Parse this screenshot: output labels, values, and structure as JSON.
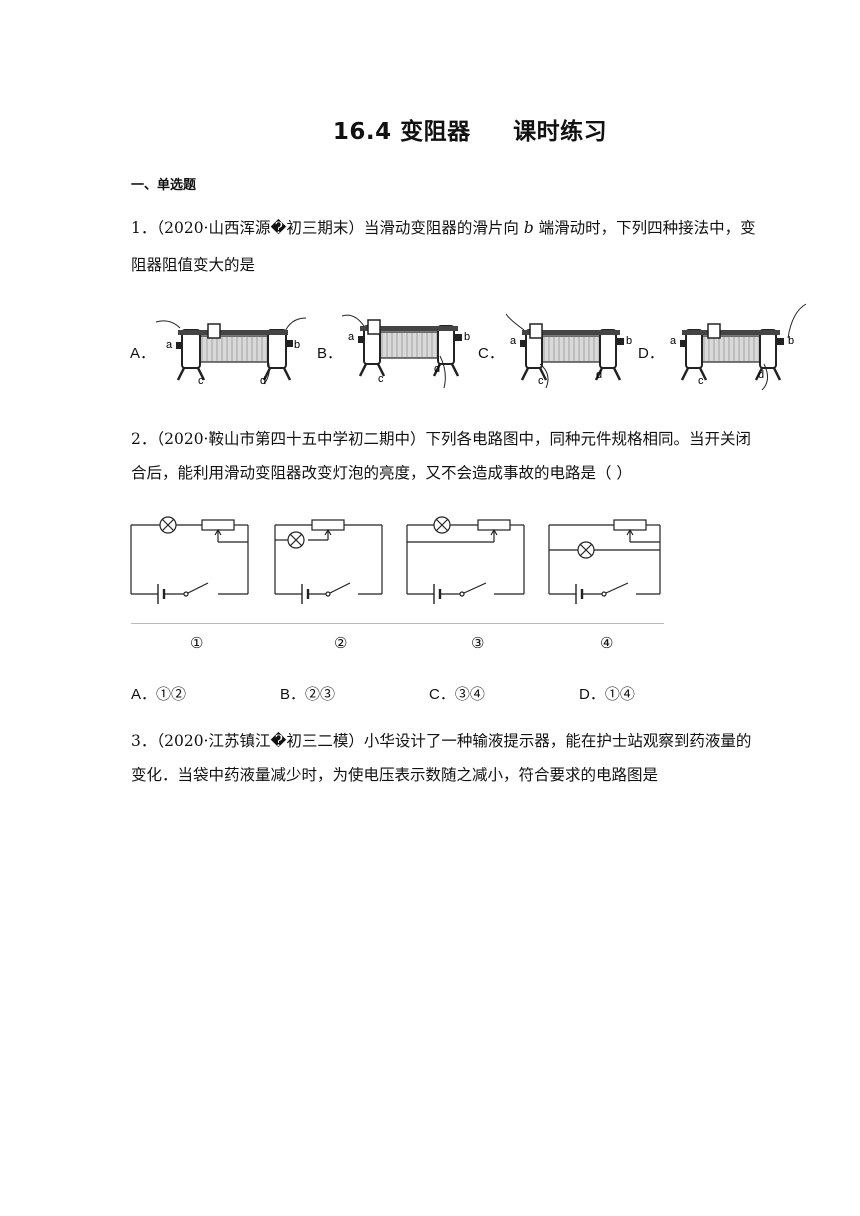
{
  "title": "16.4 变阻器     课时练习",
  "section": "一、单选题",
  "q1": {
    "line1_pre": "1．（2020·山西浑源�初三期末）当滑动变阻器的滑片向 ",
    "line1_var": "b",
    "line1_post": " 端滑动时，下列四种接法中，变",
    "line2": "阻器阻值变大的是",
    "options": [
      {
        "label": "A．",
        "terminals": [
          "a",
          "b",
          "c",
          "d"
        ]
      },
      {
        "label": "B．",
        "terminals": [
          "a",
          "b",
          "c",
          "d"
        ]
      },
      {
        "label": "C．",
        "terminals": [
          "a",
          "b",
          "c",
          "d"
        ]
      },
      {
        "label": "D．",
        "terminals": [
          "a",
          "b",
          "c",
          "d"
        ]
      }
    ]
  },
  "q2": {
    "line1": "2．（2020·鞍山市第四十五中学初二期中）下列各电路图中，同种元件规格相同。当开关闭",
    "line2": "合后，能利用滑动变阻器改变灯泡的亮度，又不会造成事故的电路是（        ）",
    "circuit_labels": [
      "①",
      "②",
      "③",
      "④"
    ],
    "answers": [
      "A．①②",
      "B．②③",
      "C．③④",
      "D．①④"
    ]
  },
  "q3": {
    "line1": "3．（2020·江苏镇江�初三二模）小华设计了一种输液提示器，能在护士站观察到药液量的",
    "line2": "变化．当袋中药液量减少时，为使电压表示数随之减小，符合要求的电路图是"
  }
}
